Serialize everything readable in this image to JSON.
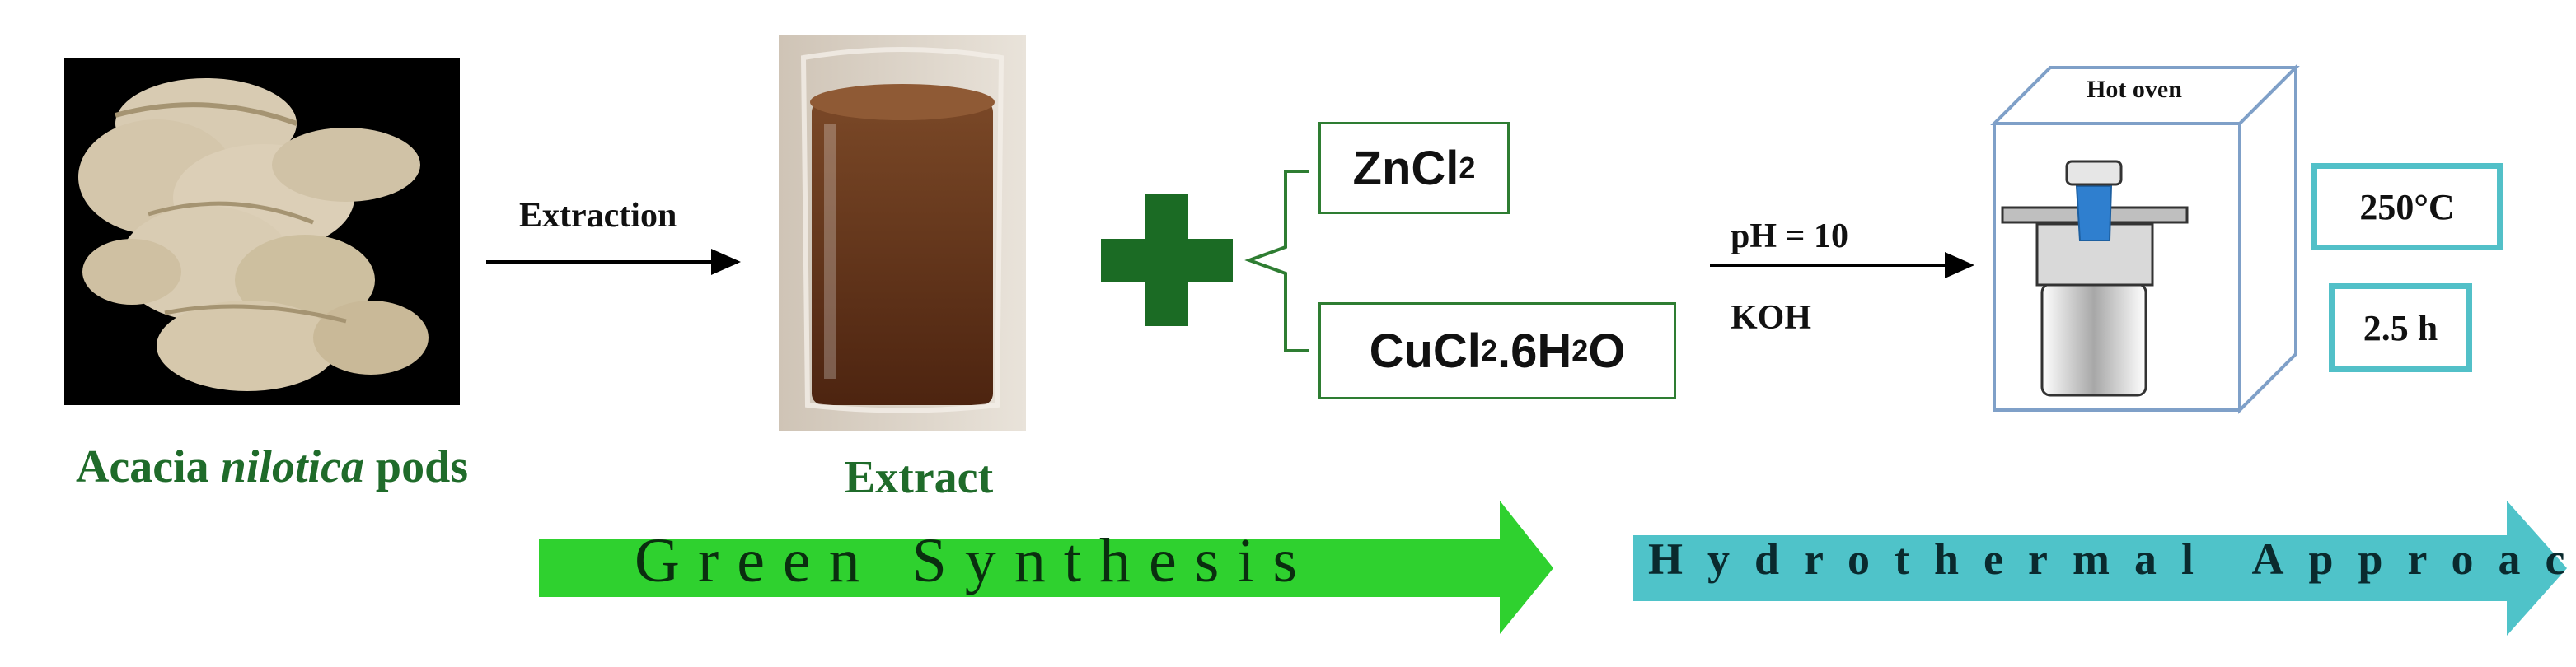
{
  "labels": {
    "pods_prefix": "Acacia ",
    "pods_species": "nilotica",
    "pods_suffix": " pods",
    "extract": "Extract"
  },
  "steps": {
    "extraction": "Extraction",
    "ph": "pH = 10",
    "base": "KOH"
  },
  "reagents": {
    "zn_prefix": "ZnCl",
    "zn_sub": "2",
    "cu_prefix": "CuCl",
    "cu_sub1": "2",
    "cu_mid": ".6H",
    "cu_sub2": "2",
    "cu_suffix": "O"
  },
  "oven": {
    "label": "Hot oven",
    "temperature": "250°C",
    "duration": "2.5 h"
  },
  "phases": {
    "green": "Green Synthesis",
    "hydrothermal": "Hydrothermal Approach"
  },
  "colors": {
    "label_green": "#1f6b2a",
    "plus_green": "#1b6b24",
    "green_arrow": "#2fd12f",
    "teal_arrow": "#4fc3c9",
    "extract_liquid": "#6a3a1e",
    "pod_color": "#d8cbb2"
  },
  "icons": {
    "plus": "plus-icon",
    "bracket": "bracket-icon"
  }
}
